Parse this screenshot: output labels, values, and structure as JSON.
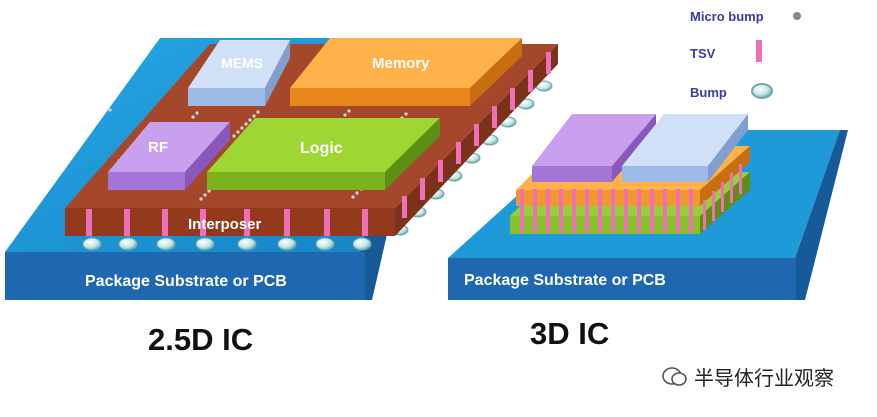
{
  "left": {
    "substrate_label": "Package Substrate or PCB",
    "interposer_label": "Interposer",
    "dies": {
      "mems": "MEMS",
      "memory": "Memory",
      "rf": "RF",
      "logic": "Logic"
    },
    "caption": "2.5D IC"
  },
  "right": {
    "substrate_label": "Package Substrate or PCB",
    "caption": "3D IC"
  },
  "legend": {
    "micro_bump": "Micro bump",
    "tsv": "TSV",
    "bump": "Bump"
  },
  "watermark": "半导体行业观察",
  "colors": {
    "substrate_top": "#1a96d6",
    "substrate_front": "#1f68b0",
    "interposer": "#9a3d1f",
    "mems": "#a9c6ee",
    "memory": "#f59a30",
    "rf": "#b98be0",
    "logic": "#8fcc2a",
    "tsv": "#ef6fb8",
    "bump": "#bfe6e4"
  }
}
